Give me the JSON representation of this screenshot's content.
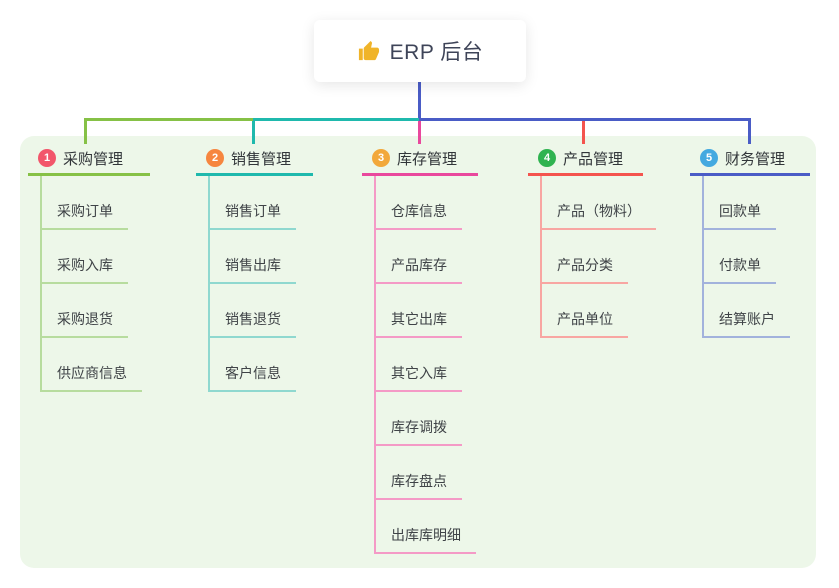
{
  "app": {
    "background": "#ffffff",
    "panel_background": "#edf7e9"
  },
  "root": {
    "icon": "thumbs-up-icon",
    "icon_color": "#f0b429",
    "title": "ERP 后台",
    "connector_color": "#4a5cc6"
  },
  "branches": [
    {
      "badge": "1",
      "label": "采购管理",
      "badge_color": "#f2566b",
      "line_color": "#86c146",
      "child_line_color": "#b7dc9e",
      "children": [
        "采购订单",
        "采购入库",
        "采购退货",
        "供应商信息"
      ]
    },
    {
      "badge": "2",
      "label": "销售管理",
      "badge_color": "#f6863f",
      "line_color": "#1fb9ad",
      "child_line_color": "#8fd8cf",
      "children": [
        "销售订单",
        "销售出库",
        "销售退货",
        "客户信息"
      ]
    },
    {
      "badge": "3",
      "label": "库存管理",
      "badge_color": "#f2a83b",
      "line_color": "#e9489d",
      "child_line_color": "#f49ac6",
      "children": [
        "仓库信息",
        "产品库存",
        "其它出库",
        "其它入库",
        "库存调拨",
        "库存盘点",
        "出库库明细"
      ]
    },
    {
      "badge": "4",
      "label": "产品管理",
      "badge_color": "#2fb350",
      "line_color": "#f4544e",
      "child_line_color": "#f8a6a2",
      "children": [
        "产品（物料）",
        "产品分类",
        "产品单位"
      ]
    },
    {
      "badge": "5",
      "label": "财务管理",
      "badge_color": "#44a9e0",
      "line_color": "#4a5cc6",
      "child_line_color": "#a2b2dc",
      "children": [
        "回款单",
        "付款单",
        "结算账户"
      ]
    }
  ]
}
